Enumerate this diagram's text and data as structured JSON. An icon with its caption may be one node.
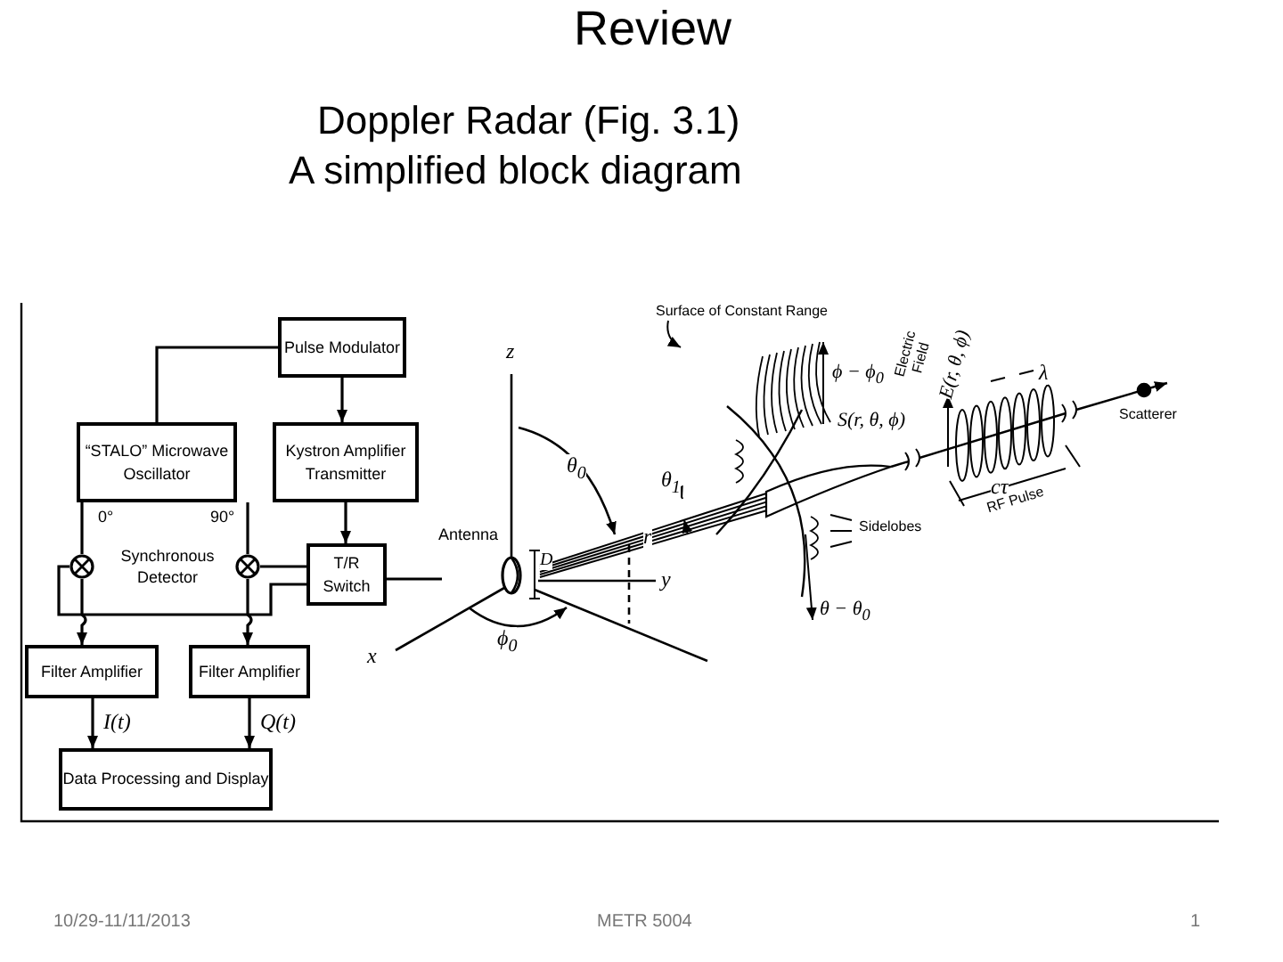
{
  "diagram": {
    "title": "Review",
    "nodes": [
      {
        "text": [
          "Pulse Modulator"
        ]
      },
      {
        "text": [
          "“STALO” Microwave Oscillator"
        ]
      },
      {
        "text": [
          "Kystron Amplifier Transmitter"
        ]
      },
      {
        "text": [],
        "shape": "circle"
      },
      {
        "text": [],
        "shape": "circle"
      },
      {
        "text": [
          "T/R Switch"
        ]
      },
      {
        "text": [
          "Filter Amplifier"
        ]
      },
      {
        "text": [
          "Filter Amplifier"
        ]
      },
      {
        "text": [
          "Data Processing and Display"
        ]
      },
      {
        "text": [
          "Antenna"
        ]
      }
    ],
    "edges": [
      {
        "from": 0,
        "to": 2,
        "arrow": "to"
      },
      {
        "from": 0,
        "to": 1,
        "arrow": "none"
      },
      {
        "from": 2,
        "to": 5,
        "arrow": "to"
      },
      {
        "from": 1,
        "to": 3,
        "arrow": "none"
      },
      {
        "from": 1,
        "to": 4,
        "arrow": "none"
      },
      {
        "from": 5,
        "to": 4,
        "arrow": "none"
      },
      {
        "from": 5,
        "to": 3,
        "arrow": "none"
      },
      {
        "from": 3,
        "to": 6,
        "arrow": "to"
      },
      {
        "from": 4,
        "to": 7,
        "arrow": "to"
      },
      {
        "from": 6,
        "to": 8,
        "arrow": "to",
        "label": "I(t)"
      },
      {
        "from": 7,
        "to": 8,
        "arrow": "to",
        "label": "Q(t)"
      },
      {
        "from": 5,
        "to": 9,
        "arrow": "none"
      }
    ],
    "labels": [
      "Doppler Radar (Fig. 3.1)",
      "A simplified block diagram",
      "0°",
      "90°",
      "Synchronous Detector",
      "z",
      "θ$_{0}$",
      "θ$_{1}$",
      "r",
      "D",
      "y",
      "x",
      "ϕ$_{0}$",
      "Surface of Constant Range",
      "ϕ − ϕ$_{0}$",
      "S(r, θ, ϕ)",
      "Electric Field",
      "E(r, θ, ϕ)",
      "λ",
      "cτ",
      "RF Pulse",
      "Sidelobes",
      "θ − θ$_{0}$",
      "Scatterer",
      "10/29-11/11/2013",
      "METR 5004",
      "1"
    ]
  }
}
